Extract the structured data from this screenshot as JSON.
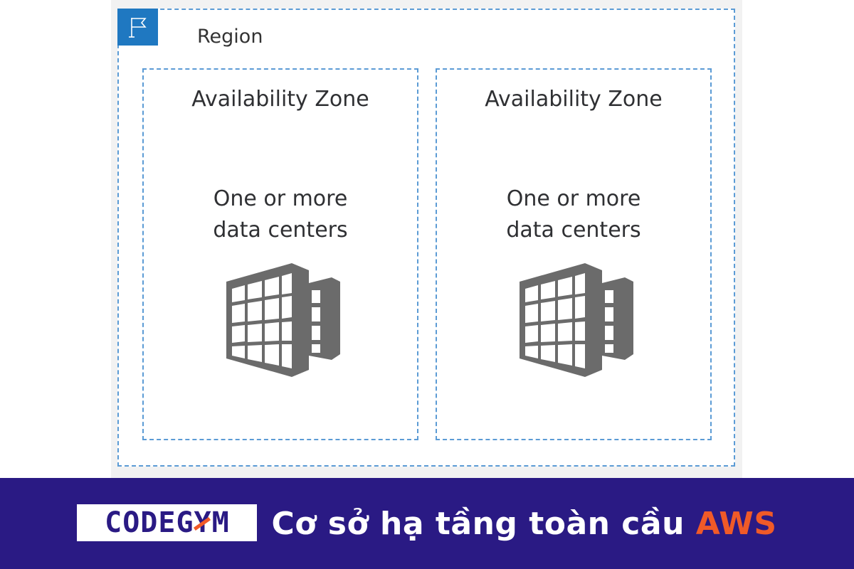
{
  "diagram": {
    "region": {
      "label": "Region",
      "icon": "flag-icon"
    },
    "availability_zones": [
      {
        "title": "Availability Zone",
        "description_line1": "One or more",
        "description_line2": "data centers",
        "icon": "data-center-icon"
      },
      {
        "title": "Availability Zone",
        "description_line1": "One or more",
        "description_line2": "data centers",
        "icon": "data-center-icon"
      }
    ]
  },
  "footer": {
    "logo_text": "CODEGYM",
    "title_main": "Cơ sở hạ tầng toàn cầu",
    "title_accent": "AWS"
  },
  "colors": {
    "border_dashed": "#5b9bd5",
    "flag_bg": "#1f78c1",
    "footer_bg": "#2a1a84",
    "accent": "#f05a28",
    "icon_gray": "#6b6b6b"
  }
}
